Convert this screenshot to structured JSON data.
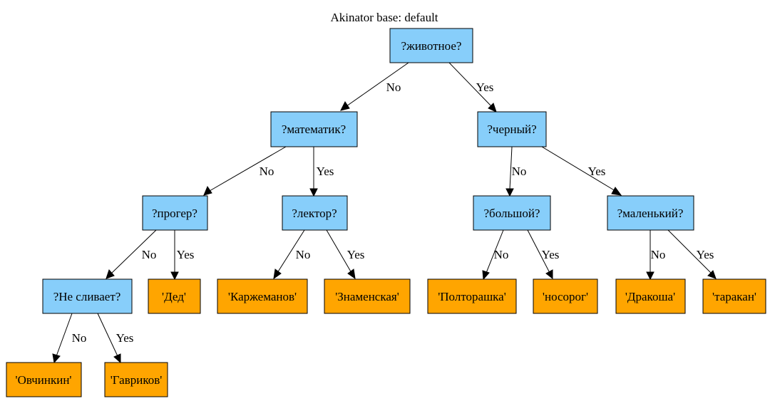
{
  "title": "Akinator base: default",
  "colors": {
    "question": "#87cefa",
    "answer": "#ffa500"
  },
  "nodes": {
    "root": "?животное?",
    "q_math": "?математик?",
    "q_black": "?черный?",
    "q_proger": "?прогер?",
    "q_lector": "?лектор?",
    "q_big": "?большой?",
    "q_small": "?маленький?",
    "q_sliv": "?Не сливает?",
    "a_ded": "'Дед'",
    "a_karzh": "'Каржеманов'",
    "a_znam": "'Знаменская'",
    "a_poltor": "'Полторашка'",
    "a_nosorog": "'носорог'",
    "a_drakosha": "'Дракоша'",
    "a_tarakan": "'таракан'",
    "a_ovch": "'Овчинкин'",
    "a_gavr": "'Гавриков'"
  },
  "edge_labels": {
    "no": "No",
    "yes": "Yes"
  }
}
